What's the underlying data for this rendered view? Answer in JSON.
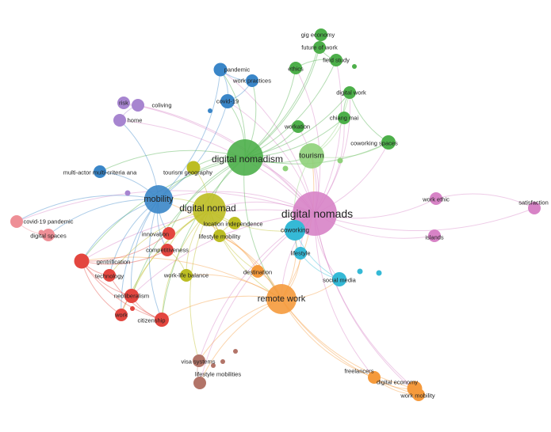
{
  "colors": {
    "pink": "#d783c6",
    "green": "#4daf4a",
    "olive": "#bcbd22",
    "blue": "#3a86c8",
    "orange": "#f59a3c",
    "red": "#e3463f",
    "cyan": "#35b9d6",
    "purple": "#a785d0",
    "lightgreen": "#8fd17a",
    "salmon": "#ee8f96",
    "brown": "#b27468"
  },
  "nodes": [
    {
      "id": "digital-nomads",
      "label": "digital nomads",
      "cluster": "pink",
      "weight": 5
    },
    {
      "id": "digital-nomadism",
      "label": "digital nomadism",
      "cluster": "green",
      "weight": 4
    },
    {
      "id": "digital-nomad",
      "label": "digital nomad",
      "cluster": "olive",
      "weight": 3.6
    },
    {
      "id": "remote-work",
      "label": "remote work",
      "cluster": "orange",
      "weight": 3.2
    },
    {
      "id": "mobility",
      "label": "mobility",
      "cluster": "blue",
      "weight": 3
    },
    {
      "id": "tourism",
      "label": "tourism",
      "cluster": "lightgreen",
      "weight": 2.6
    },
    {
      "id": "coworking",
      "label": "coworking",
      "cluster": "cyan",
      "weight": 2
    },
    {
      "id": "gig-economy",
      "label": "gig economy",
      "cluster": "green",
      "weight": 1
    },
    {
      "id": "future-of-work",
      "label": "future of work",
      "cluster": "green",
      "weight": 1
    },
    {
      "id": "field-study",
      "label": "field study",
      "cluster": "green",
      "weight": 1
    },
    {
      "id": "ethics",
      "label": "ethics",
      "cluster": "green",
      "weight": 1
    },
    {
      "id": "digital-work",
      "label": "digital work",
      "cluster": "green",
      "weight": 1
    },
    {
      "id": "chiang-mai",
      "label": "chiang mai",
      "cluster": "green",
      "weight": 1
    },
    {
      "id": "workation",
      "label": "workation",
      "cluster": "green",
      "weight": 1
    },
    {
      "id": "coworking-spaces",
      "label": "coworking spaces",
      "cluster": "green",
      "weight": 1.2
    },
    {
      "id": "pandemic",
      "label": "pandemic",
      "cluster": "blue",
      "weight": 1.1
    },
    {
      "id": "work-practices",
      "label": "work practices",
      "cluster": "blue",
      "weight": 1
    },
    {
      "id": "covid-19",
      "label": "covid-19",
      "cluster": "blue",
      "weight": 1.2
    },
    {
      "id": "multi-actor",
      "label": "multi-actor multi-criteria ana",
      "cluster": "blue",
      "weight": 1
    },
    {
      "id": "risk",
      "label": "risk",
      "cluster": "purple",
      "weight": 1
    },
    {
      "id": "coliving",
      "label": "coliving",
      "cluster": "purple",
      "weight": 1
    },
    {
      "id": "home",
      "label": "home",
      "cluster": "purple",
      "weight": 1
    },
    {
      "id": "tourism-geography",
      "label": "tourism geography",
      "cluster": "olive",
      "weight": 1.1
    },
    {
      "id": "location-independence",
      "label": "location independence",
      "cluster": "olive",
      "weight": 1
    },
    {
      "id": "lifestyle-mobility",
      "label": "lifestyle mobility",
      "cluster": "olive",
      "weight": 1
    },
    {
      "id": "work-life-balance",
      "label": "work-life balance",
      "cluster": "olive",
      "weight": 1
    },
    {
      "id": "destination",
      "label": "destination",
      "cluster": "orange",
      "weight": 1
    },
    {
      "id": "covid-19-pandemic",
      "label": "covid-19 pandemic",
      "cluster": "salmon",
      "weight": 1
    },
    {
      "id": "digital-spaces",
      "label": "digital spaces",
      "cluster": "salmon",
      "weight": 1
    },
    {
      "id": "innovation",
      "label": "innovation",
      "cluster": "red",
      "weight": 1
    },
    {
      "id": "competitiveness",
      "label": "competitiveness",
      "cluster": "red",
      "weight": 1
    },
    {
      "id": "gentrification",
      "label": "gentrification",
      "cluster": "red",
      "weight": 1.3
    },
    {
      "id": "technology",
      "label": "technology",
      "cluster": "red",
      "weight": 1
    },
    {
      "id": "neoliberalism",
      "label": "neoliberalism",
      "cluster": "red",
      "weight": 1.2
    },
    {
      "id": "work",
      "label": "work",
      "cluster": "red",
      "weight": 1
    },
    {
      "id": "citizenship",
      "label": "citizenship",
      "cluster": "red",
      "weight": 1.2
    },
    {
      "id": "lifestyle",
      "label": "lifestyle",
      "cluster": "cyan",
      "weight": 1
    },
    {
      "id": "social-media",
      "label": "social media",
      "cluster": "cyan",
      "weight": 1.2
    },
    {
      "id": "visa-systems",
      "label": "visa systems",
      "cluster": "brown",
      "weight": 1
    },
    {
      "id": "lifestyle-mobilities",
      "label": "lifestyle mobilities",
      "cluster": "brown",
      "weight": 1
    },
    {
      "id": "freelancers",
      "label": "freelancers",
      "cluster": "orange",
      "weight": 1
    },
    {
      "id": "digital-economy",
      "label": "digital economy",
      "cluster": "orange",
      "weight": 1.3
    },
    {
      "id": "work-mobility",
      "label": "work mobility",
      "cluster": "orange",
      "weight": 1
    },
    {
      "id": "work-ethic",
      "label": "work ethic",
      "cluster": "pink",
      "weight": 1
    },
    {
      "id": "satisfaction",
      "label": "satisfaction",
      "cluster": "pink",
      "weight": 1
    },
    {
      "id": "islands",
      "label": "islands",
      "cluster": "pink",
      "weight": 1
    }
  ],
  "links": [
    [
      "digital-nomads",
      "digital-nomadism"
    ],
    [
      "digital-nomads",
      "digital-nomad"
    ],
    [
      "digital-nomads",
      "remote-work"
    ],
    [
      "digital-nomads",
      "mobility"
    ],
    [
      "digital-nomads",
      "tourism"
    ],
    [
      "digital-nomads",
      "coworking"
    ],
    [
      "digital-nomads",
      "satisfaction"
    ],
    [
      "digital-nomads",
      "work-ethic"
    ],
    [
      "digital-nomads",
      "islands"
    ],
    [
      "digital-nomads",
      "risk"
    ],
    [
      "digital-nomads",
      "coliving"
    ],
    [
      "digital-nomads",
      "home"
    ],
    [
      "digital-nomads",
      "covid-19"
    ],
    [
      "digital-nomads",
      "pandemic"
    ],
    [
      "digital-nomads",
      "ethics"
    ],
    [
      "digital-nomads",
      "field-study"
    ],
    [
      "digital-nomads",
      "digital-work"
    ],
    [
      "digital-nomads",
      "coworking-spaces"
    ],
    [
      "digital-nomads",
      "gentrification"
    ],
    [
      "digital-nomads",
      "covid-19-pandemic"
    ],
    [
      "digital-nomads",
      "digital-economy"
    ],
    [
      "digital-nomads",
      "freelancers"
    ],
    [
      "digital-nomads",
      "social-media"
    ],
    [
      "digital-nomads",
      "lifestyle"
    ],
    [
      "digital-nomads",
      "visa-systems"
    ],
    [
      "digital-nomads",
      "lifestyle-mobilities"
    ],
    [
      "digital-nomads",
      "work-mobility"
    ],
    [
      "digital-nomads",
      "chiang-mai"
    ],
    [
      "digital-nomads",
      "workation"
    ],
    [
      "digital-nomads",
      "neoliberalism"
    ],
    [
      "digital-nomadism",
      "gig-economy"
    ],
    [
      "digital-nomadism",
      "future-of-work"
    ],
    [
      "digital-nomadism",
      "field-study"
    ],
    [
      "digital-nomadism",
      "ethics"
    ],
    [
      "digital-nomadism",
      "digital-work"
    ],
    [
      "digital-nomadism",
      "chiang-mai"
    ],
    [
      "digital-nomadism",
      "workation"
    ],
    [
      "digital-nomadism",
      "coworking-spaces"
    ],
    [
      "digital-nomadism",
      "covid-19"
    ],
    [
      "digital-nomadism",
      "pandemic"
    ],
    [
      "digital-nomadism",
      "work-practices"
    ],
    [
      "digital-nomadism",
      "mobility"
    ],
    [
      "digital-nomadism",
      "digital-nomad"
    ],
    [
      "digital-nomadism",
      "tourism"
    ],
    [
      "digital-nomadism",
      "remote-work"
    ],
    [
      "digital-nomadism",
      "tourism-geography"
    ],
    [
      "digital-nomadism",
      "gentrification"
    ],
    [
      "digital-nomadism",
      "neoliberalism"
    ],
    [
      "digital-nomadism",
      "multi-actor"
    ],
    [
      "digital-nomadism",
      "citizenship"
    ],
    [
      "digital-nomadism",
      "innovation"
    ],
    [
      "digital-nomad",
      "mobility"
    ],
    [
      "digital-nomad",
      "location-independence"
    ],
    [
      "digital-nomad",
      "lifestyle-mobility"
    ],
    [
      "digital-nomad",
      "work-life-balance"
    ],
    [
      "digital-nomad",
      "destination"
    ],
    [
      "digital-nomad",
      "remote-work"
    ],
    [
      "digital-nomad",
      "tourism-geography"
    ],
    [
      "digital-nomad",
      "competitiveness"
    ],
    [
      "digital-nomad",
      "technology"
    ],
    [
      "digital-nomad",
      "neoliberalism"
    ],
    [
      "digital-nomad",
      "citizenship"
    ],
    [
      "digital-nomad",
      "work"
    ],
    [
      "digital-nomad",
      "visa-systems"
    ],
    [
      "digital-nomad",
      "coworking"
    ],
    [
      "remote-work",
      "destination"
    ],
    [
      "remote-work",
      "freelancers"
    ],
    [
      "remote-work",
      "digital-economy"
    ],
    [
      "remote-work",
      "work-mobility"
    ],
    [
      "remote-work",
      "social-media"
    ],
    [
      "remote-work",
      "coworking"
    ],
    [
      "remote-work",
      "lifestyle"
    ],
    [
      "remote-work",
      "visa-systems"
    ],
    [
      "remote-work",
      "lifestyle-mobilities"
    ],
    [
      "remote-work",
      "work-life-balance"
    ],
    [
      "remote-work",
      "gentrification"
    ],
    [
      "remote-work",
      "citizenship"
    ],
    [
      "remote-work",
      "lifestyle-mobility"
    ],
    [
      "remote-work",
      "mobility"
    ],
    [
      "remote-work",
      "tourism"
    ],
    [
      "mobility",
      "innovation"
    ],
    [
      "mobility",
      "gentrification"
    ],
    [
      "mobility",
      "technology"
    ],
    [
      "mobility",
      "neoliberalism"
    ],
    [
      "mobility",
      "work"
    ],
    [
      "mobility",
      "citizenship"
    ],
    [
      "mobility",
      "covid-19-pandemic"
    ],
    [
      "mobility",
      "digital-spaces"
    ],
    [
      "mobility",
      "competitiveness"
    ],
    [
      "mobility",
      "covid-19"
    ],
    [
      "mobility",
      "pandemic"
    ],
    [
      "mobility",
      "multi-actor"
    ],
    [
      "mobility",
      "home"
    ],
    [
      "gentrification",
      "technology"
    ],
    [
      "gentrification",
      "neoliberalism"
    ],
    [
      "gentrification",
      "work"
    ],
    [
      "gentrification",
      "citizenship"
    ],
    [
      "gentrification",
      "innovation"
    ],
    [
      "gentrification",
      "competitiveness"
    ],
    [
      "neoliberalism",
      "work"
    ],
    [
      "neoliberalism",
      "citizenship"
    ],
    [
      "technology",
      "citizenship"
    ],
    [
      "covid-19",
      "pandemic"
    ],
    [
      "covid-19",
      "work-practices"
    ],
    [
      "pandemic",
      "work-practices"
    ],
    [
      "tourism",
      "coworking-spaces"
    ],
    [
      "tourism",
      "digital-work"
    ],
    [
      "tourism",
      "chiang-mai"
    ],
    [
      "tourism",
      "coworking"
    ],
    [
      "coworking",
      "lifestyle"
    ],
    [
      "coworking",
      "social-media"
    ],
    [
      "lifestyle",
      "social-media"
    ],
    [
      "freelancers",
      "digital-economy"
    ],
    [
      "digital-economy",
      "work-mobility"
    ],
    [
      "freelancers",
      "work-mobility"
    ],
    [
      "visa-systems",
      "lifestyle-mobilities"
    ],
    [
      "risk",
      "coliving"
    ],
    [
      "coliving",
      "home"
    ],
    [
      "gig-economy",
      "future-of-work"
    ],
    [
      "future-of-work",
      "field-study"
    ],
    [
      "field-study",
      "ethics"
    ],
    [
      "digital-work",
      "chiang-mai"
    ],
    [
      "digital-work",
      "coworking-spaces"
    ],
    [
      "covid-19-pandemic",
      "digital-spaces"
    ],
    [
      "destination",
      "lifestyle-mobility"
    ],
    [
      "location-independence",
      "lifestyle-mobility"
    ],
    [
      "work-life-balance",
      "competitiveness"
    ],
    [
      "satisfaction",
      "work-ethic"
    ]
  ],
  "extra_dots": [
    {
      "cluster": "blue",
      "r": 3
    },
    {
      "cluster": "blue",
      "r": 3
    },
    {
      "cluster": "purple",
      "r": 3.5
    },
    {
      "cluster": "lightgreen",
      "r": 3.5
    },
    {
      "cluster": "lightgreen",
      "r": 3.5
    },
    {
      "cluster": "green",
      "r": 3
    },
    {
      "cluster": "green",
      "r": 3
    },
    {
      "cluster": "cyan",
      "r": 3.5
    },
    {
      "cluster": "cyan",
      "r": 3.5
    },
    {
      "cluster": "brown",
      "r": 3
    },
    {
      "cluster": "brown",
      "r": 3
    },
    {
      "cluster": "brown",
      "r": 3
    },
    {
      "cluster": "red",
      "r": 3
    },
    {
      "cluster": "orange",
      "r": 3
    },
    {
      "cluster": "salmon",
      "r": 3.5
    }
  ]
}
